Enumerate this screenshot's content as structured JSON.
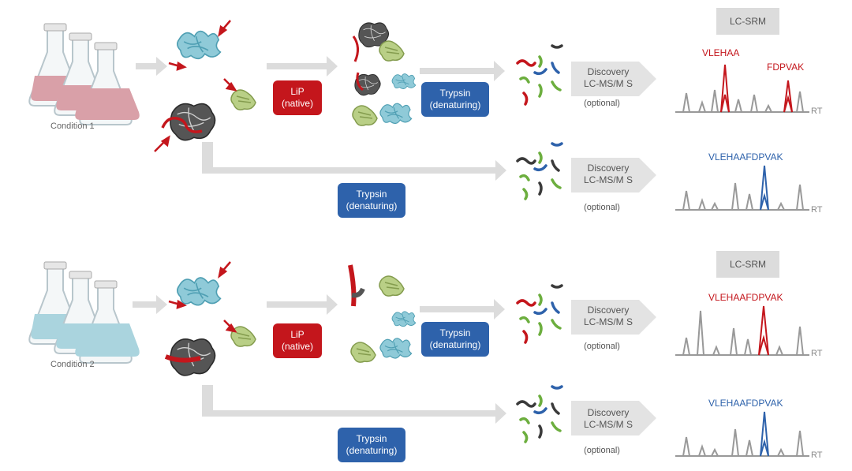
{
  "panels": [
    {
      "condition_label": "Condition   1",
      "flask_liquid_color": "#d9a0a8",
      "lip_box": {
        "line1": "LiP",
        "line2": "(native)"
      },
      "trypsin_top": {
        "line1": "Trypsin",
        "line2": "(denaturing)"
      },
      "trypsin_bottom": {
        "line1": "Trypsin",
        "line2": "(denaturing)"
      },
      "discovery_top": {
        "line1": "Discovery",
        "line2": "LC-MS/M   S",
        "optional": "(optional)"
      },
      "discovery_bottom": {
        "line1": "Discovery",
        "line2": "LC-MS/M   S",
        "optional": "(optional)"
      },
      "lcsrm_label": "LC-SRM",
      "chrom_top_peptides": [
        "VLEHAA",
        "FDPVAK"
      ],
      "chrom_bottom_peptide": "VLEHAAFDPVAK",
      "rt_label": "RT"
    },
    {
      "condition_label": "Condition   2",
      "flask_liquid_color": "#aad4de",
      "lip_box": {
        "line1": "LiP",
        "line2": "(native)"
      },
      "trypsin_top": {
        "line1": "Trypsin",
        "line2": "(denaturing)"
      },
      "trypsin_bottom": {
        "line1": "Trypsin",
        "line2": "(denaturing)"
      },
      "discovery_top": {
        "line1": "Discovery",
        "line2": "LC-MS/M   S",
        "optional": "(optional)"
      },
      "discovery_bottom": {
        "line1": "Discovery",
        "line2": "LC-MS/M   S",
        "optional": "(optional)"
      },
      "lcsrm_label": "LC-SRM",
      "chrom_top_peptides": [
        "VLEHAAFDPVAK"
      ],
      "chrom_bottom_peptide": "VLEHAAFDPVAK",
      "rt_label": "RT"
    }
  ],
  "colors": {
    "lip_red": "#c4161c",
    "trypsin_blue": "#2e62ab",
    "arrow_gray": "#dcdcdc",
    "protein_cyan": "#7cc0d2",
    "protein_green": "#a3bd6a",
    "protein_dark": "#3a3a3a",
    "peak_gray": "#999999"
  }
}
